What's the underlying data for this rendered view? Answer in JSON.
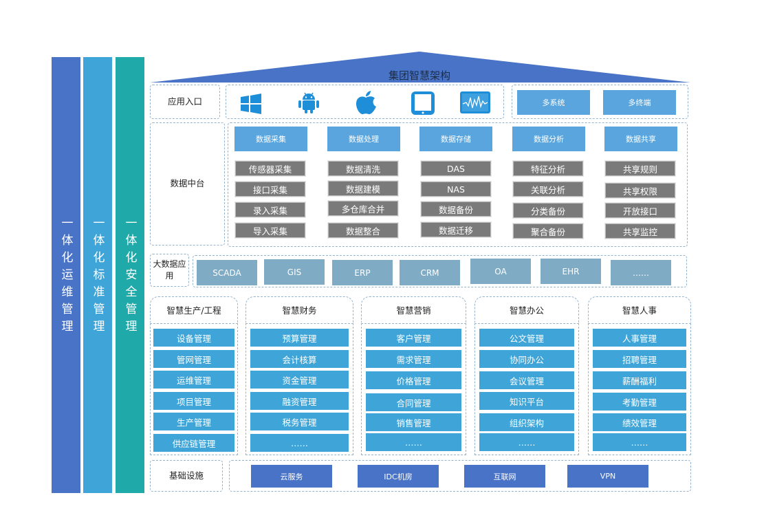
{
  "title": "集团智慧架构",
  "pillars": {
    "ops": "一体化运维管理",
    "standard": "一体化标准管理",
    "security": "一体化安全管理"
  },
  "colors": {
    "pillar_ops": "#4873c7",
    "pillar_standard": "#3fa5d8",
    "pillar_security": "#1fa9a9",
    "roof": "#4873c7"
  },
  "entry": {
    "label": "应用入口",
    "icons": [
      "windows-icon",
      "android-icon",
      "apple-icon",
      "tablet-icon",
      "analytics-icon"
    ],
    "multi_system": "多系统",
    "multi_terminal": "多终端"
  },
  "datacenter": {
    "label": "数据中台",
    "headers": [
      "数据采集",
      "数据处理",
      "数据存储",
      "数据分析",
      "数据共享"
    ],
    "cols": [
      [
        "传感器采集",
        "接口采集",
        "录入采集",
        "导入采集"
      ],
      [
        "数据清洗",
        "数据建模",
        "多仓库合并",
        "数据整合"
      ],
      [
        "DAS",
        "NAS",
        "数据备份",
        "数据迁移"
      ],
      [
        "特征分析",
        "关联分析",
        "分类备份",
        "聚合备份"
      ],
      [
        "共享规则",
        "共享权限",
        "开放接口",
        "共享监控"
      ]
    ]
  },
  "bigdata": {
    "label": "大数据应用",
    "systems": [
      "SCADA",
      "GIS",
      "ERP",
      "CRM",
      "OA",
      "EHR",
      "……"
    ]
  },
  "modules": [
    {
      "title": "智慧生产/工程",
      "items": [
        "设备管理",
        "管网管理",
        "运维管理",
        "项目管理",
        "生产管理",
        "供应链管理"
      ]
    },
    {
      "title": "智慧财务",
      "items": [
        "预算管理",
        "会计核算",
        "资金管理",
        "融资管理",
        "税务管理",
        "……"
      ]
    },
    {
      "title": "智慧营销",
      "items": [
        "客户管理",
        "需求管理",
        "价格管理",
        "合同管理",
        "销售管理",
        "……"
      ]
    },
    {
      "title": "智慧办公",
      "items": [
        "公文管理",
        "协同办公",
        "会议管理",
        "知识平台",
        "组织架构",
        "……"
      ]
    },
    {
      "title": "智慧人事",
      "items": [
        "人事管理",
        "招聘管理",
        "薪酬福利",
        "考勤管理",
        "绩效管理",
        "……"
      ]
    }
  ],
  "infrastructure": {
    "label": "基础设施",
    "items": [
      "云服务",
      "IDC机房",
      "互联网",
      "VPN"
    ]
  }
}
